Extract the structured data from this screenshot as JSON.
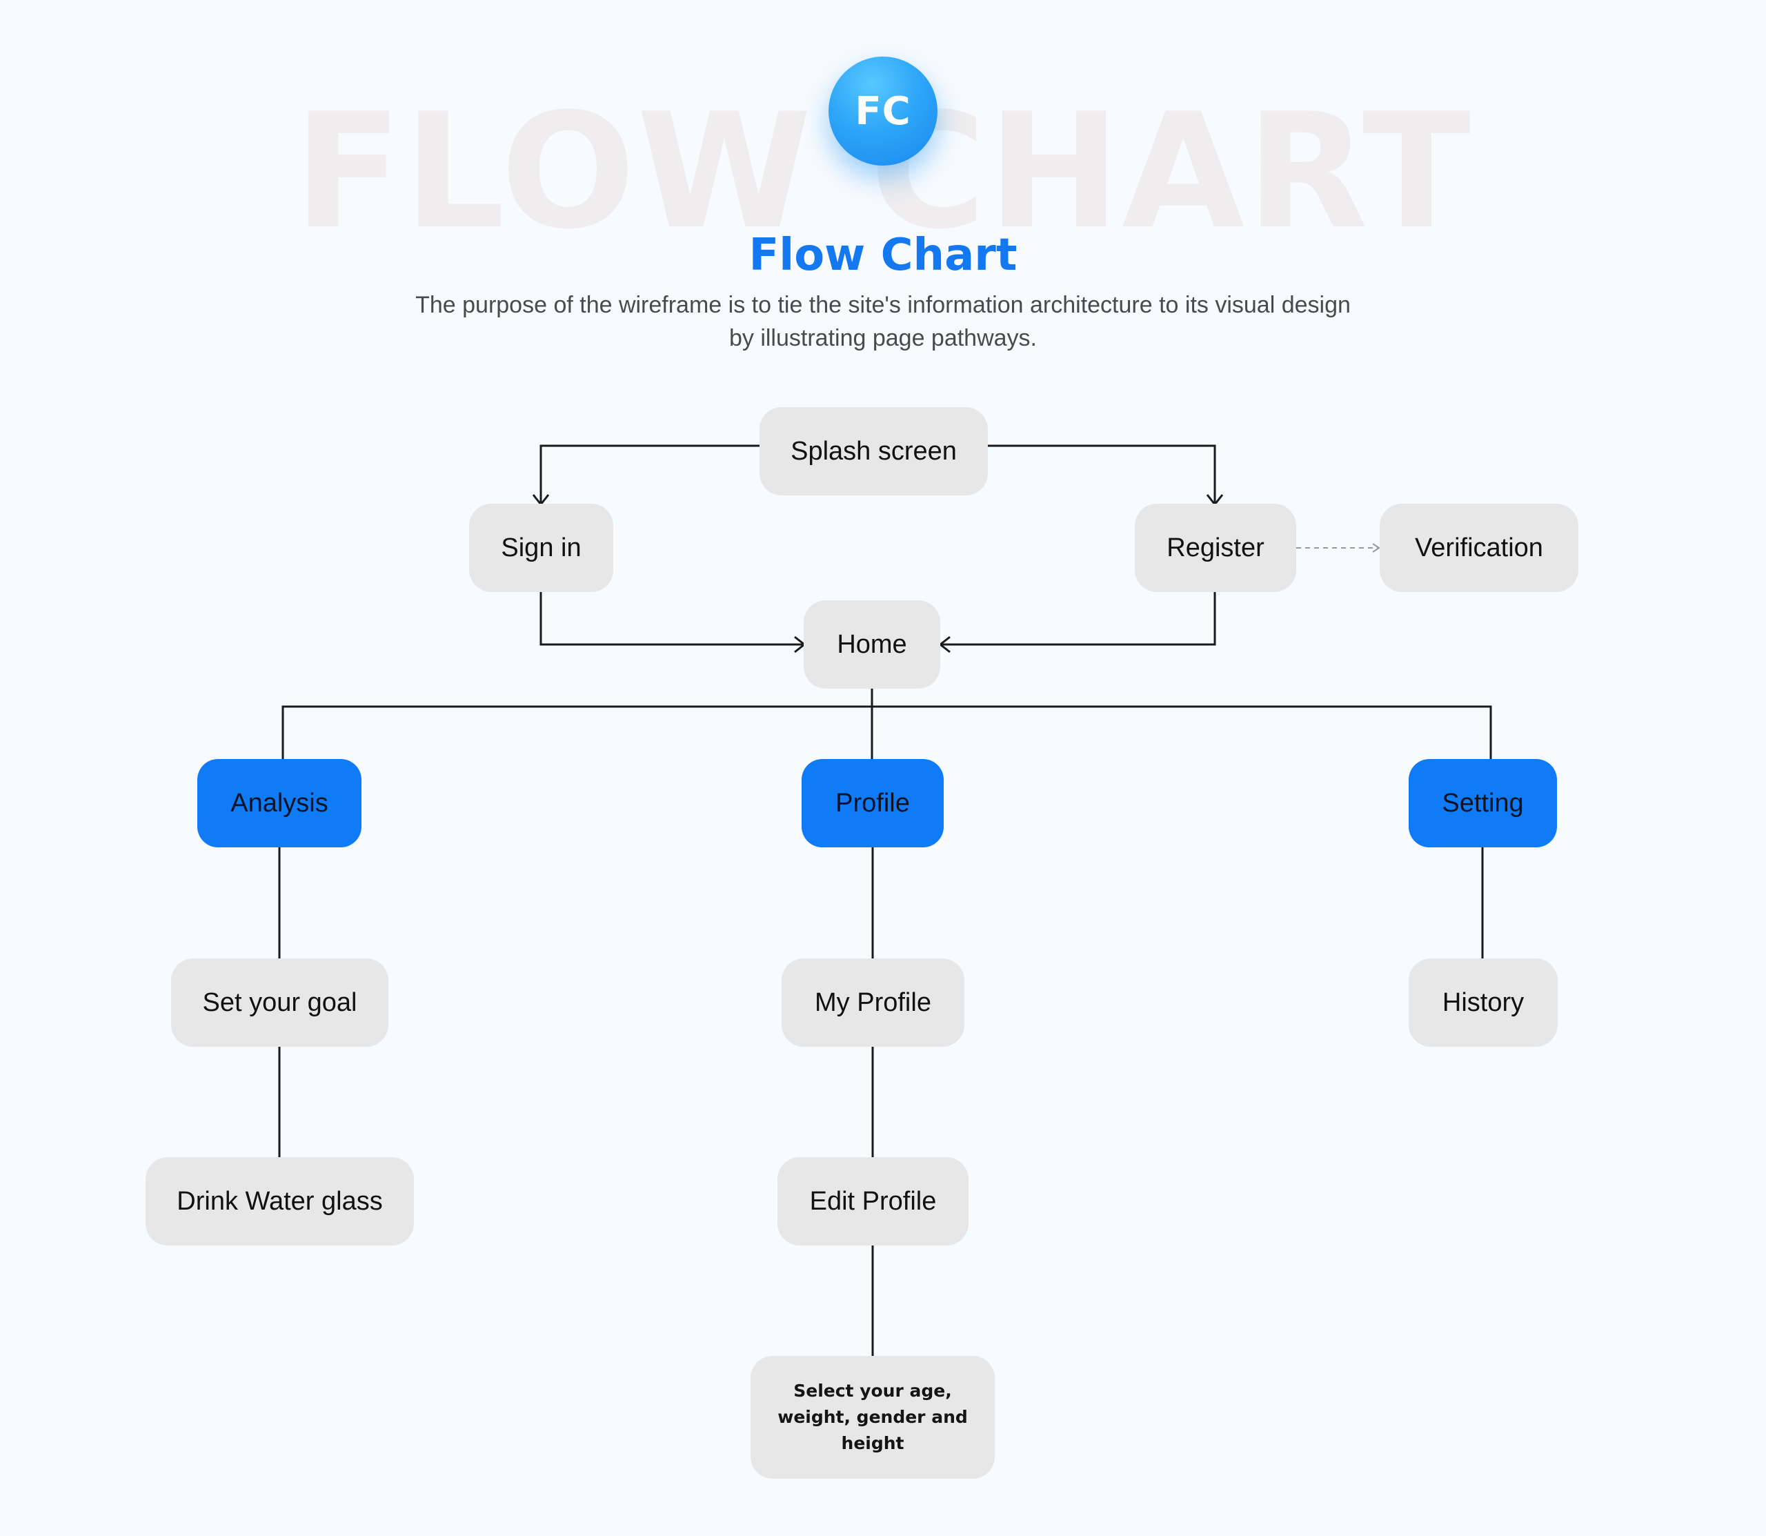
{
  "header": {
    "watermark": "FLOW CHART",
    "logo_text": "FC",
    "title": "Flow Chart",
    "subtitle": "The purpose of the wireframe is to tie the site's information architecture to its visual design by illustrating page pathways."
  },
  "colors": {
    "background": "#f8fbfe",
    "accent": "#0f7bf6",
    "title": "#1479f1",
    "node_fill": "#e8e7e8",
    "watermark": "#efedee",
    "connector": "#1a1a1a"
  },
  "nodes": {
    "splash": "Splash screen",
    "signin": "Sign in",
    "register": "Register",
    "verification": "Verification",
    "home": "Home",
    "analysis": "Analysis",
    "profile": "Profile",
    "setting": "Setting",
    "set_goal": "Set your goal",
    "drink_water": "Drink Water glass",
    "my_profile": "My Profile",
    "edit_profile": "Edit Profile",
    "select_details": "Select your age, weight, gender and height",
    "history": "History"
  },
  "edges": [
    {
      "from": "Splash screen",
      "to": "Sign in",
      "style": "arrow"
    },
    {
      "from": "Splash screen",
      "to": "Register",
      "style": "arrow"
    },
    {
      "from": "Register",
      "to": "Verification",
      "style": "dashed-arrow"
    },
    {
      "from": "Sign in",
      "to": "Home",
      "style": "arrow"
    },
    {
      "from": "Register",
      "to": "Home",
      "style": "arrow"
    },
    {
      "from": "Home",
      "to": "Analysis",
      "style": "line"
    },
    {
      "from": "Home",
      "to": "Profile",
      "style": "line"
    },
    {
      "from": "Home",
      "to": "Setting",
      "style": "line"
    },
    {
      "from": "Analysis",
      "to": "Set your goal",
      "style": "line"
    },
    {
      "from": "Set your goal",
      "to": "Drink Water glass",
      "style": "line"
    },
    {
      "from": "Profile",
      "to": "My Profile",
      "style": "line"
    },
    {
      "from": "My Profile",
      "to": "Edit Profile",
      "style": "line"
    },
    {
      "from": "Edit Profile",
      "to": "Select your age, weight, gender and height",
      "style": "line"
    },
    {
      "from": "Setting",
      "to": "History",
      "style": "line"
    }
  ]
}
